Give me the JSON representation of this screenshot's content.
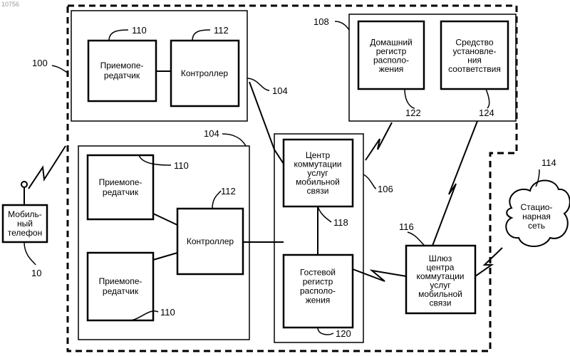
{
  "watermark": "10756",
  "refs": {
    "r100": "100",
    "r104a": "104",
    "r104b": "104",
    "r106": "106",
    "r108": "108",
    "r110a": "110",
    "r110b": "110",
    "r110c": "110",
    "r112a": "112",
    "r112b": "112",
    "r114": "114",
    "r116": "116",
    "r118": "118",
    "r120": "120",
    "r122": "122",
    "r124": "124",
    "r10": "10"
  },
  "blocks": {
    "trx_top": [
      "Приемопе-",
      "редатчик"
    ],
    "ctrl_top": [
      "Контроллер"
    ],
    "trx_mid": [
      "Приемопе-",
      "редатчик"
    ],
    "trx_bot": [
      "Приемопе-",
      "редатчик"
    ],
    "ctrl_big": [
      "Контроллер"
    ],
    "msc": [
      "Центр",
      "коммутации",
      "услуг",
      "мобильной",
      "связи"
    ],
    "vlr": [
      "Гостевой",
      "регистр",
      "располо-",
      "жения"
    ],
    "hlr": [
      "Домашний",
      "регистр",
      "располо-",
      "жения"
    ],
    "mapper": [
      "Средство",
      "установле-",
      "ния",
      "соответствия"
    ],
    "gmsc": [
      "Шлюз",
      "центра",
      "коммутации",
      "услуг",
      "мобильной",
      "связи"
    ],
    "pstn": [
      "Стацио-",
      "нарная",
      "сеть"
    ],
    "phone": [
      "Мобиль-",
      "ный",
      "телефон"
    ]
  }
}
